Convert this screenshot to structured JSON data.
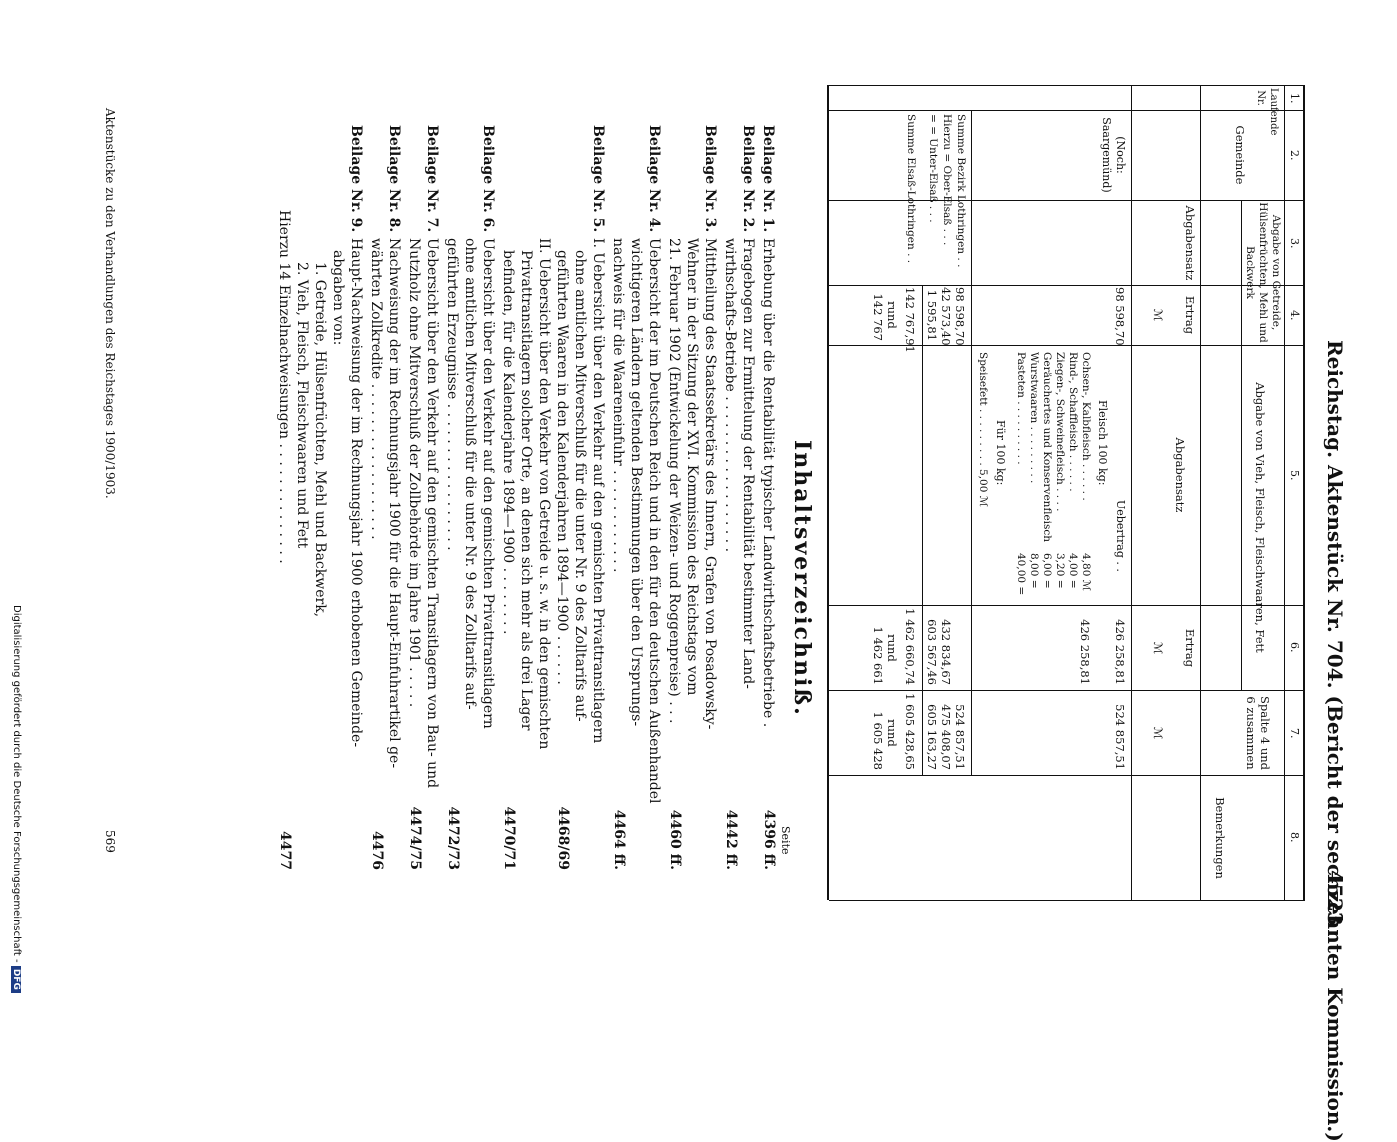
{
  "header": {
    "title": "Reichstag. Aktenstück Nr. 704. (Bericht der sechzehnten Kommission.)",
    "page_number": "4523"
  },
  "table": {
    "col_numbers": [
      "1.",
      "2.",
      "3.",
      "4.",
      "5.",
      "6.",
      "7.",
      "8."
    ],
    "head_lfd": "Laufende Nr.",
    "head_gemeinde": "Gemeinde",
    "head_abgabe_getreide": "Abgabe von Getreide, Hülsenfrüchten, Mehl und Backwerk",
    "head_abgabesatz": "Abgabensatz",
    "head_ertrag": "Ertrag",
    "head_mark": "ℳ",
    "head_abgabe_vieh": "Abgabe von Vieh, Fleisch, Fleischwaaren, Fett",
    "head_abgabesatz2": "Abgabensatz",
    "head_ertrag2": "Ertrag",
    "head_mark2": "ℳ",
    "head_spalte": "Spalte 4 und 6 zusammen",
    "head_mark3": "ℳ",
    "head_bemerkungen": "Bemerkungen",
    "gemeinde": "(Noch: Saargemünd)",
    "col4_value": "98 598,70",
    "uebertrag_label": "Uebertrag . .",
    "col6_uebertrag": "426 258,81",
    "col7_uebertrag": "524 857,51",
    "fleisch_label": "Fleisch 100 kg:",
    "rates": [
      {
        "label": "Ochsen-, Kalbfleisch . . . . . .",
        "value": "4,80 ℳ"
      },
      {
        "label": "Rind-, Schaffleisch . . . . . .",
        "value": "4,00 ="
      },
      {
        "label": "Ziegen-, Schweinefleisch . . . .",
        "value": "3,20 ="
      },
      {
        "label": "Geräuchertes und Konservenfleisch",
        "value": "6,00 ="
      },
      {
        "label": "Wurstwaaren . . . . . . . . .",
        "value": "8,00 ="
      },
      {
        "label": "Pasteten . . . . . . . . . .",
        "value": "40,00 ="
      }
    ],
    "fett_label": "Für 100 kg:",
    "speisefett": "Speisefett . . . . . . . . . 5,00 ℳ",
    "sums": [
      {
        "label": "Summe Bezirk Lothringen . .",
        "col4": "98 598,70",
        "col6": "426 258,81",
        "col7": "524 857,51"
      },
      {
        "label": "Hierzu = Ober-Elsaß . . .",
        "col4": "42 573,40",
        "col6": "432 834,67",
        "col7": "475 408,07"
      },
      {
        "label": "= = Unter-Elsaß . . .",
        "col4": "1 595,81",
        "col6": "603 567,46",
        "col7": "605 163,27"
      }
    ],
    "total": {
      "label": "Summe Elsaß-Lothringen . .",
      "col4": "142 767,91",
      "col6": "1 462 660,74",
      "col7": "1 605 428,65"
    },
    "rund_label": "rund",
    "rund": {
      "col4": "142 767",
      "col6": "1 462 661",
      "col7": "1 605 428"
    }
  },
  "toc": {
    "title": "Inhaltsverzeichniß.",
    "seite_label": "Seite",
    "entries": [
      {
        "beilage": "Beilage Nr. 1.",
        "lines": [
          "Erhebung über die Rentabilität typischer Landwirthschaftsbetriebe ."
        ],
        "page": "4396 ff."
      },
      {
        "beilage": "Beilage Nr. 2.",
        "lines": [
          "Fragebogen zur Ermittelung der Rentabilität bestimmter Land-",
          "wirthschafts-Betriebe . . . . . . . . . . . . . . . . . ."
        ],
        "page": "4442 ff."
      },
      {
        "beilage": "Beilage Nr. 3.",
        "lines": [
          "Mittheilung des Staatssekretärs des Innern, Grafen von Posadowsky-",
          "Wehner in der Sitzung der XVI. Kommission des Reichstags vom",
          "21. Februar 1902 (Entwickelung der Weizen- und Roggenpreise) . . ."
        ],
        "page": "4460 ff."
      },
      {
        "beilage": "Beilage Nr. 4.",
        "lines": [
          "Uebersicht der im Deutschen Reich und in den für den deutschen Außenhandel",
          "wichtigeren Ländern geltenden Bestimmungen über den Ursprungs-",
          "nachweis für die Waareneinfuhr . . . . . . . . . . . ."
        ],
        "page": "4464 ff."
      },
      {
        "beilage": "Beilage Nr. 5.",
        "lines": [
          "I. Uebersicht über den Verkehr auf den gemischten Privattransitlagern",
          "ohne amtlichen Mitverschluß für die unter Nr. 9 des Zolltarifs auf-",
          "geführten Waaren in den Kalenderjahren 1894—1900 . . . . . .",
          "II. Uebersicht über den Verkehr von Getreide u. s. w. in den gemischten",
          "Privattransitlagern solcher Orte, an denen sich mehr als drei Lager",
          "befinden, für die Kalenderjahre 1894—1900 . . . . . . . ."
        ],
        "page": "4468/69",
        "page2": "4470/71"
      },
      {
        "beilage": "Beilage Nr. 6.",
        "lines": [
          "Uebersicht über den Verkehr auf den gemischten Privattransitlagern",
          "ohne amtlichen Mitverschluß für die unter Nr. 9 des Zolltarifs auf-",
          "geführten Erzeugnisse . . . . . . . . . . . . . . . . ."
        ],
        "page": "4472/73"
      },
      {
        "beilage": "Beilage Nr. 7.",
        "lines": [
          "Uebersicht über den Verkehr auf den gemischten Transitlagern von Bau- und",
          "Nutzholz ohne Mitverschluß der Zollbehörde im Jahre 1901 . . . . ."
        ],
        "page": "4474/75"
      },
      {
        "beilage": "Beilage Nr. 8.",
        "lines": [
          "Nachweisung der im Rechnungsjahr 1900 für die Haupt-Einfuhrartikel ge-",
          "währten Zollkredite . . . . . . . . . . . . . . . . . ."
        ],
        "page": "4476"
      },
      {
        "beilage": "Beilage Nr. 9.",
        "lines": [
          "Haupt-Nachweisung der im Rechnungsjahr 1900 erhobenen Gemeinde-",
          "abgaben von:",
          "1. Getreide, Hülsenfrüchten, Mehl und Backwerk,",
          "2. Vieh, Fleisch, Fleischwaaren und Fett",
          "Hierzu 14 Einzelnachweisungen . . . . . . . . . . . . . ."
        ],
        "page": "4477"
      }
    ]
  },
  "footer": {
    "left": "Aktenstücke zu den Verhandlungen des Reichstages 1900/1903.",
    "right": "569"
  },
  "dfg": {
    "text": "Digitalisierung gefördert durch die Deutsche Forschungsgemeinschaft -",
    "logo": "DFG"
  }
}
